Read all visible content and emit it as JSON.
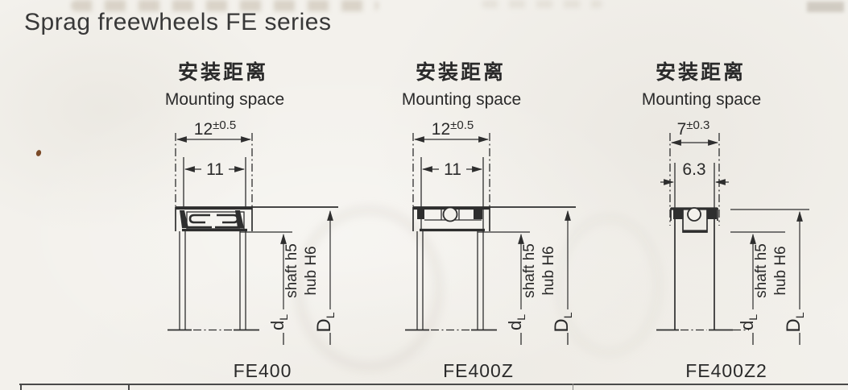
{
  "page": {
    "title": "Sprag freewheels FE series"
  },
  "colors": {
    "ink": "#2e2e2e",
    "paper": "#f3f1ec",
    "speck": "#7b4a28"
  },
  "diagrams": [
    {
      "model": "FE400",
      "title_cn": "安装距离",
      "title_en": "Mounting space",
      "outer_dim": "12",
      "outer_tol": "±0.5",
      "inner_dim": "11",
      "shaft_fit": "shaft h5",
      "hub_fit": "hub H6",
      "bore_sym": "d",
      "bore_sub": "L",
      "od_sym": "D",
      "od_sub": "L"
    },
    {
      "model": "FE400Z",
      "title_cn": "安装距离",
      "title_en": "Mounting space",
      "outer_dim": "12",
      "outer_tol": "±0.5",
      "inner_dim": "11",
      "shaft_fit": "shaft h5",
      "hub_fit": "hub H6",
      "bore_sym": "d",
      "bore_sub": "L",
      "od_sym": "D",
      "od_sub": "L"
    },
    {
      "model": "FE400Z2",
      "title_cn": "安装距离",
      "title_en": "Mounting space",
      "outer_dim": "7",
      "outer_tol": "±0.3",
      "inner_dim": "6.3",
      "shaft_fit": "shaft h5",
      "hub_fit": "hub H6",
      "bore_sym": "d",
      "bore_sub": "L",
      "od_sym": "D",
      "od_sub": "L"
    }
  ]
}
